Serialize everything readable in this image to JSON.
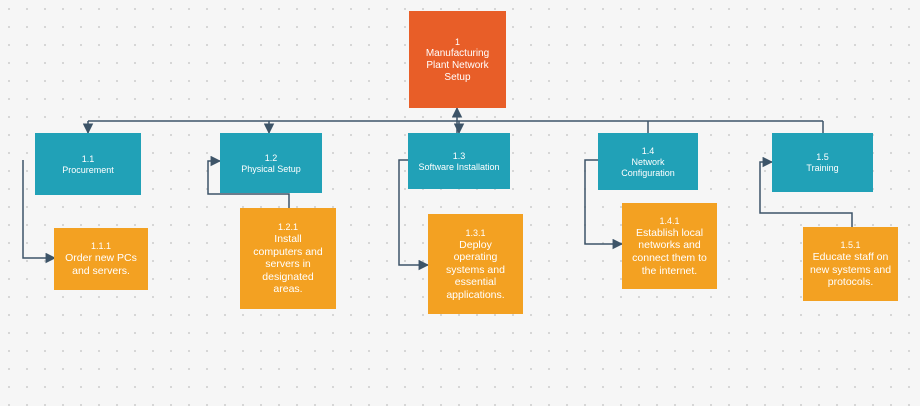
{
  "diagram": {
    "root": {
      "number": "1",
      "label": "Manufacturing Plant Network Setup"
    },
    "branches": [
      {
        "number": "1.1",
        "label": "Procurement",
        "child": {
          "number": "1.1.1",
          "label": "Order new PCs and servers."
        }
      },
      {
        "number": "1.2",
        "label": "Physical Setup",
        "child": {
          "number": "1.2.1",
          "label": "Install computers and servers in designated areas."
        }
      },
      {
        "number": "1.3",
        "label": "Software Installation",
        "child": {
          "number": "1.3.1",
          "label": "Deploy operating systems and essential applications."
        }
      },
      {
        "number": "1.4",
        "label": "Network Configuration",
        "child": {
          "number": "1.4.1",
          "label": "Establish local networks and connect them to the internet."
        }
      },
      {
        "number": "1.5",
        "label": "Training",
        "child": {
          "number": "1.5.1",
          "label": "Educate staff on new systems and protocols."
        }
      }
    ],
    "colors": {
      "root": "#e85e28",
      "level2": "#21a1b7",
      "level3": "#f3a122",
      "connector": "#3d5468",
      "node_text": "#ffffff"
    }
  }
}
